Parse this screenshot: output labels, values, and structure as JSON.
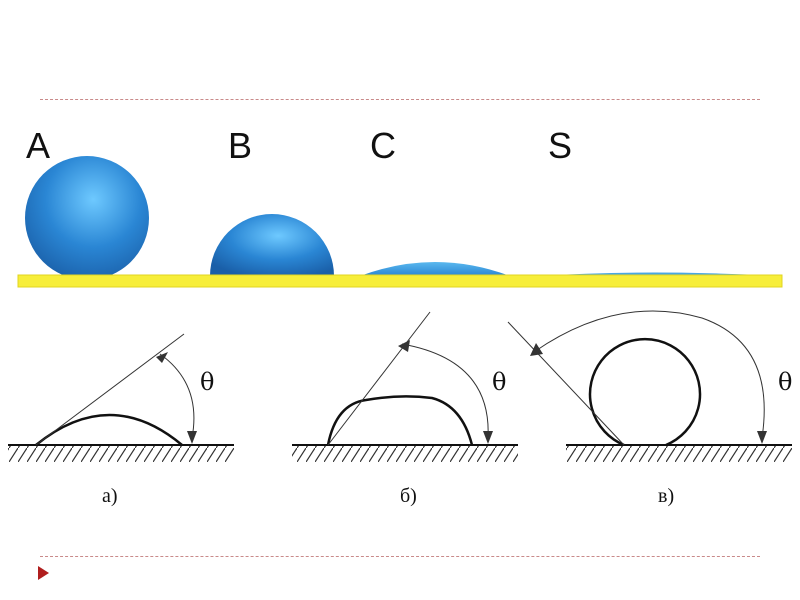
{
  "drop_labels": [
    "A",
    "B",
    "C",
    "S"
  ],
  "angle_symbol": "θ",
  "case_labels": [
    "а)",
    "б)",
    "в)"
  ],
  "colors": {
    "drop": "#2a86d4",
    "drop_highlight": "#6ec9ff",
    "surface": "#f7ee3a",
    "rule": "#c98a8a",
    "nav_arrow": "#b01e1e"
  },
  "icons": {
    "nav": "play-arrow-icon"
  }
}
